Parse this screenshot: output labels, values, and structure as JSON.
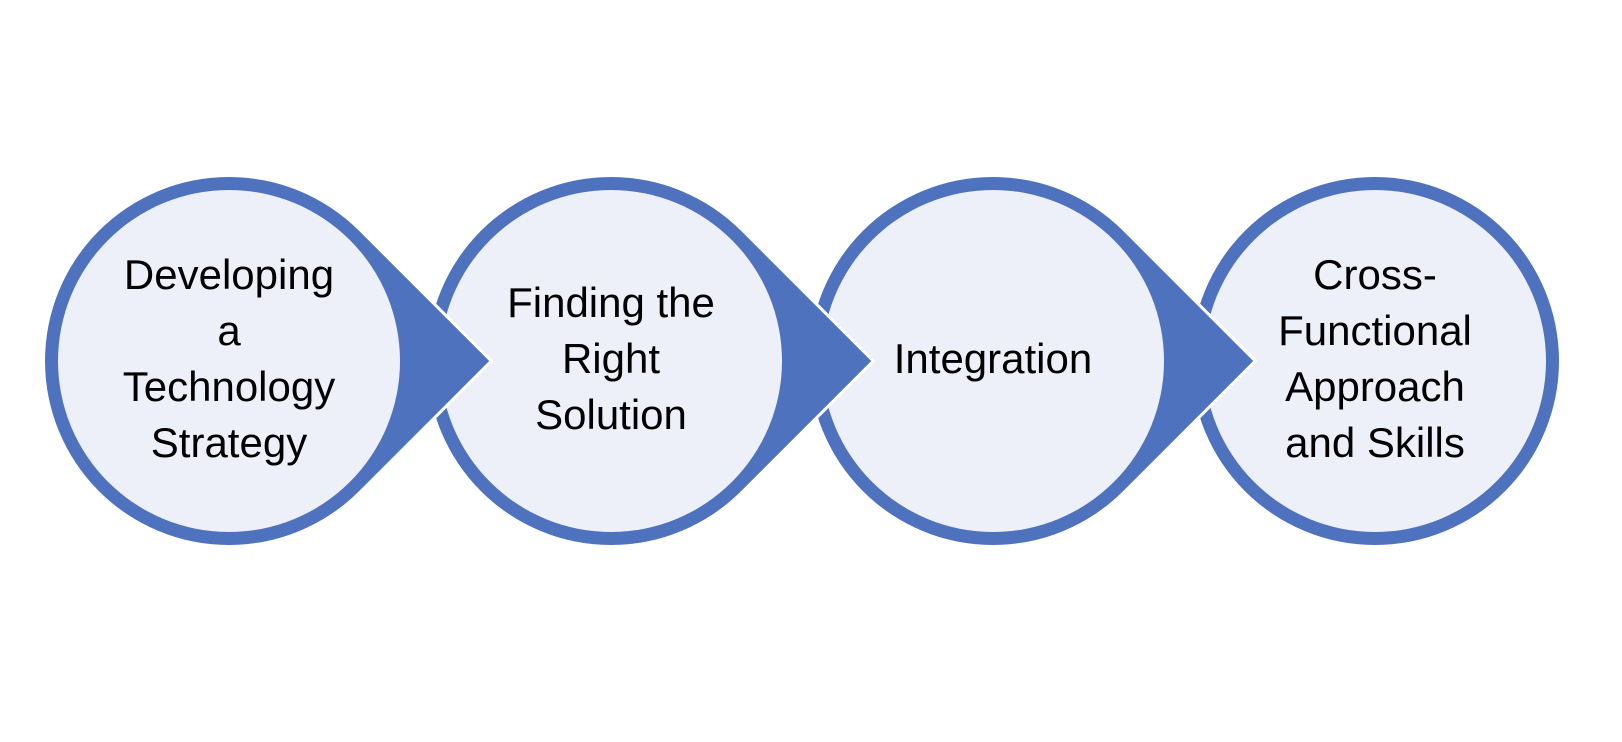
{
  "diagram": {
    "type": "process-flow",
    "direction": "left-to-right",
    "colors": {
      "stroke": "#4F72BE",
      "fill": "#EDF0F8",
      "separator": "#FFFFFF",
      "text": "#000000",
      "background": "#FFFFFF"
    },
    "steps": [
      {
        "id": "step-1",
        "label": "Developing a Technology Strategy",
        "lines": [
          "Developing",
          "a",
          "Technology",
          "Strategy"
        ],
        "has_arrow": true
      },
      {
        "id": "step-2",
        "label": "Finding the Right Solution",
        "lines": [
          "Finding the",
          "Right",
          "Solution"
        ],
        "has_arrow": true
      },
      {
        "id": "step-3",
        "label": "Integration",
        "lines": [
          "Integration"
        ],
        "has_arrow": true
      },
      {
        "id": "step-4",
        "label": "Cross-Functional Approach and Skills",
        "lines": [
          "Cross-",
          "Functional",
          "Approach",
          "and Skills"
        ],
        "has_arrow": false
      }
    ]
  }
}
